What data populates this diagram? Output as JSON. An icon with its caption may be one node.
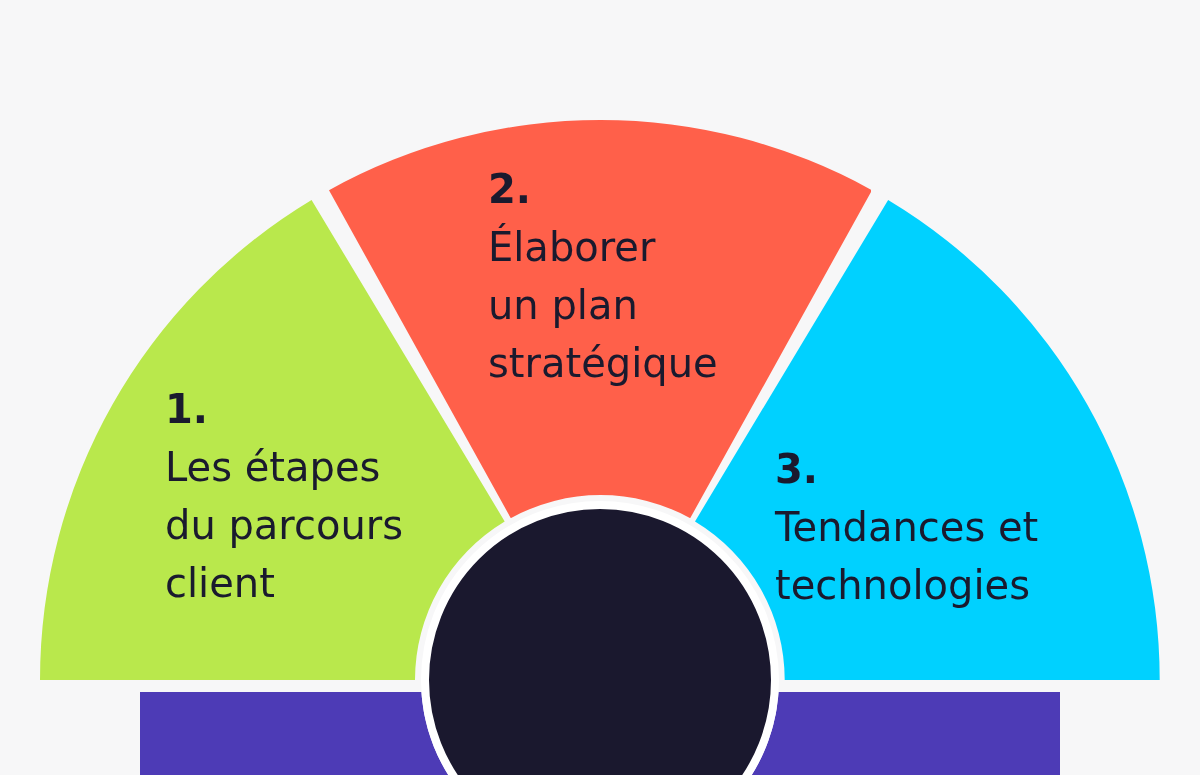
{
  "diagram": {
    "nodes": [
      {
        "text": [
          "1.",
          "Les étapes du parcours client"
        ]
      },
      {
        "text": [
          "2.",
          "Élaborer un plan stratégique"
        ]
      },
      {
        "text": [
          "3.",
          "Tendances et technologies"
        ]
      },
      {
        "text": [],
        "shape": "circle"
      },
      {
        "text": [],
        "shape": "bar"
      }
    ],
    "edges": []
  }
}
